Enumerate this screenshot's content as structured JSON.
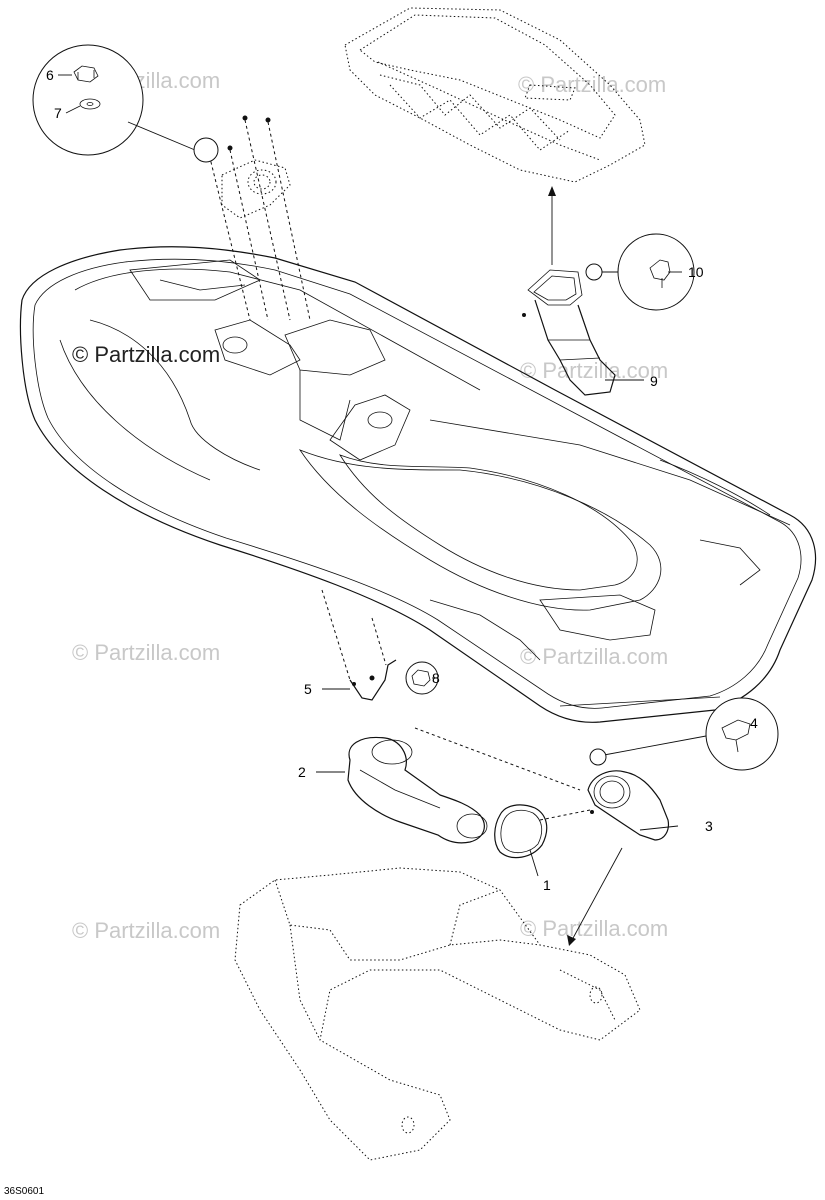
{
  "diagram": {
    "callouts": [
      {
        "id": "1",
        "label": "1"
      },
      {
        "id": "2",
        "label": "2"
      },
      {
        "id": "3",
        "label": "3"
      },
      {
        "id": "4",
        "label": "4"
      },
      {
        "id": "5",
        "label": "5"
      },
      {
        "id": "6",
        "label": "6"
      },
      {
        "id": "7",
        "label": "7"
      },
      {
        "id": "8",
        "label": "8"
      },
      {
        "id": "9",
        "label": "9"
      },
      {
        "id": "10",
        "label": "10"
      }
    ],
    "watermark_text": "© Partzilla.com",
    "drawing_code": "36S0601"
  }
}
